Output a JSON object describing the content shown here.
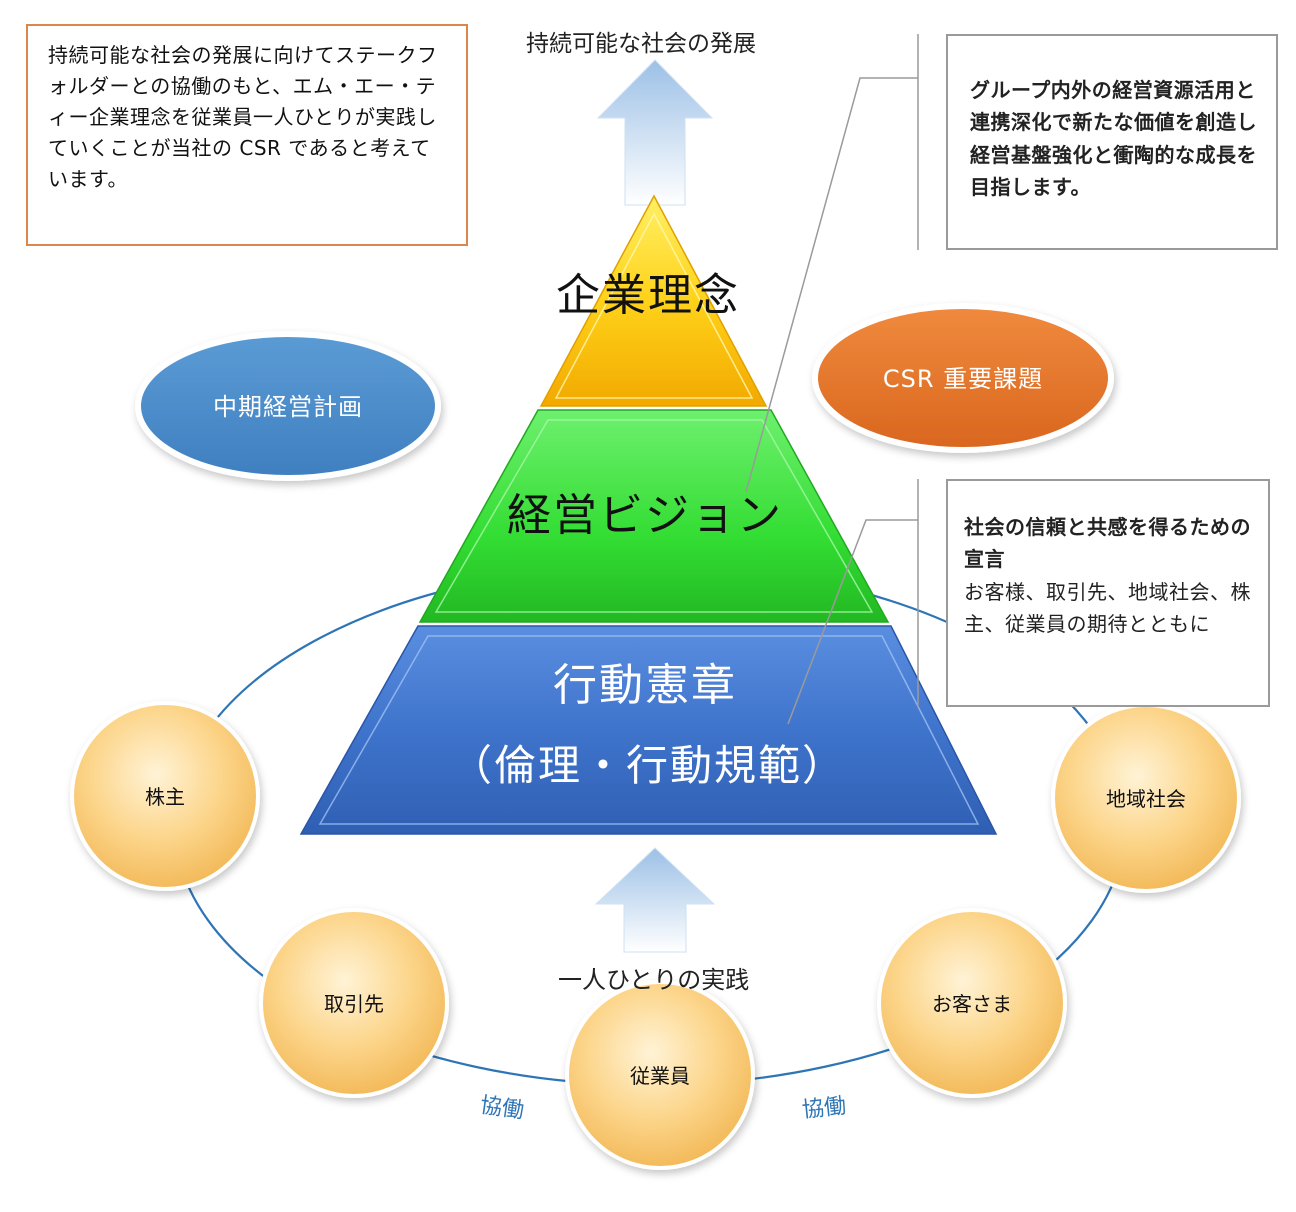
{
  "top_label": "持続可能な社会の発展",
  "bottom_label": "一人ひとりの実践",
  "intro_box": {
    "text": "持続可能な社会の発展に向けてステークフォルダーとの協働のもと、エム・エー・ティー企業理念を従業員一人ひとりが実践していくことが当社の CSR であると考えています。"
  },
  "vision_box": {
    "text": "グループ内外の経営資源活用と連携深化で新たな価値を創造し経営基盤強化と衝陶的な成長を目指します。"
  },
  "charter_box": {
    "bold_text": "社会の信頼と共感を得るための宣言",
    "normal_text": "お客様、取引先、地域社会、株主、従業員の期待とともに"
  },
  "pyramid": {
    "top": "企業理念",
    "middle": "経営ビジョン",
    "bottom_line1": "行動憲章",
    "bottom_line2": "（倫理・行動規範）"
  },
  "ovals": {
    "left": "中期経営計画",
    "right": "CSR 重要課題"
  },
  "stakeholders": {
    "shareholders": "株主",
    "partners": "取引先",
    "employees": "従業員",
    "customers": "お客さま",
    "community": "地域社会"
  },
  "collaboration_left": "協働",
  "collaboration_right": "協働",
  "colors": {
    "pyramid_top": "#ffc107",
    "pyramid_middle": "#33dd33",
    "pyramid_bottom": "#3f74cc",
    "oval_left": "#4f8ec9",
    "oval_right": "#e8782e",
    "stakeholder_circle": "#fcd58a",
    "ring": "#2e75b6",
    "collab_text": "#2e75b6",
    "intro_border": "#d9874a",
    "box_border": "#9a9a9a"
  }
}
